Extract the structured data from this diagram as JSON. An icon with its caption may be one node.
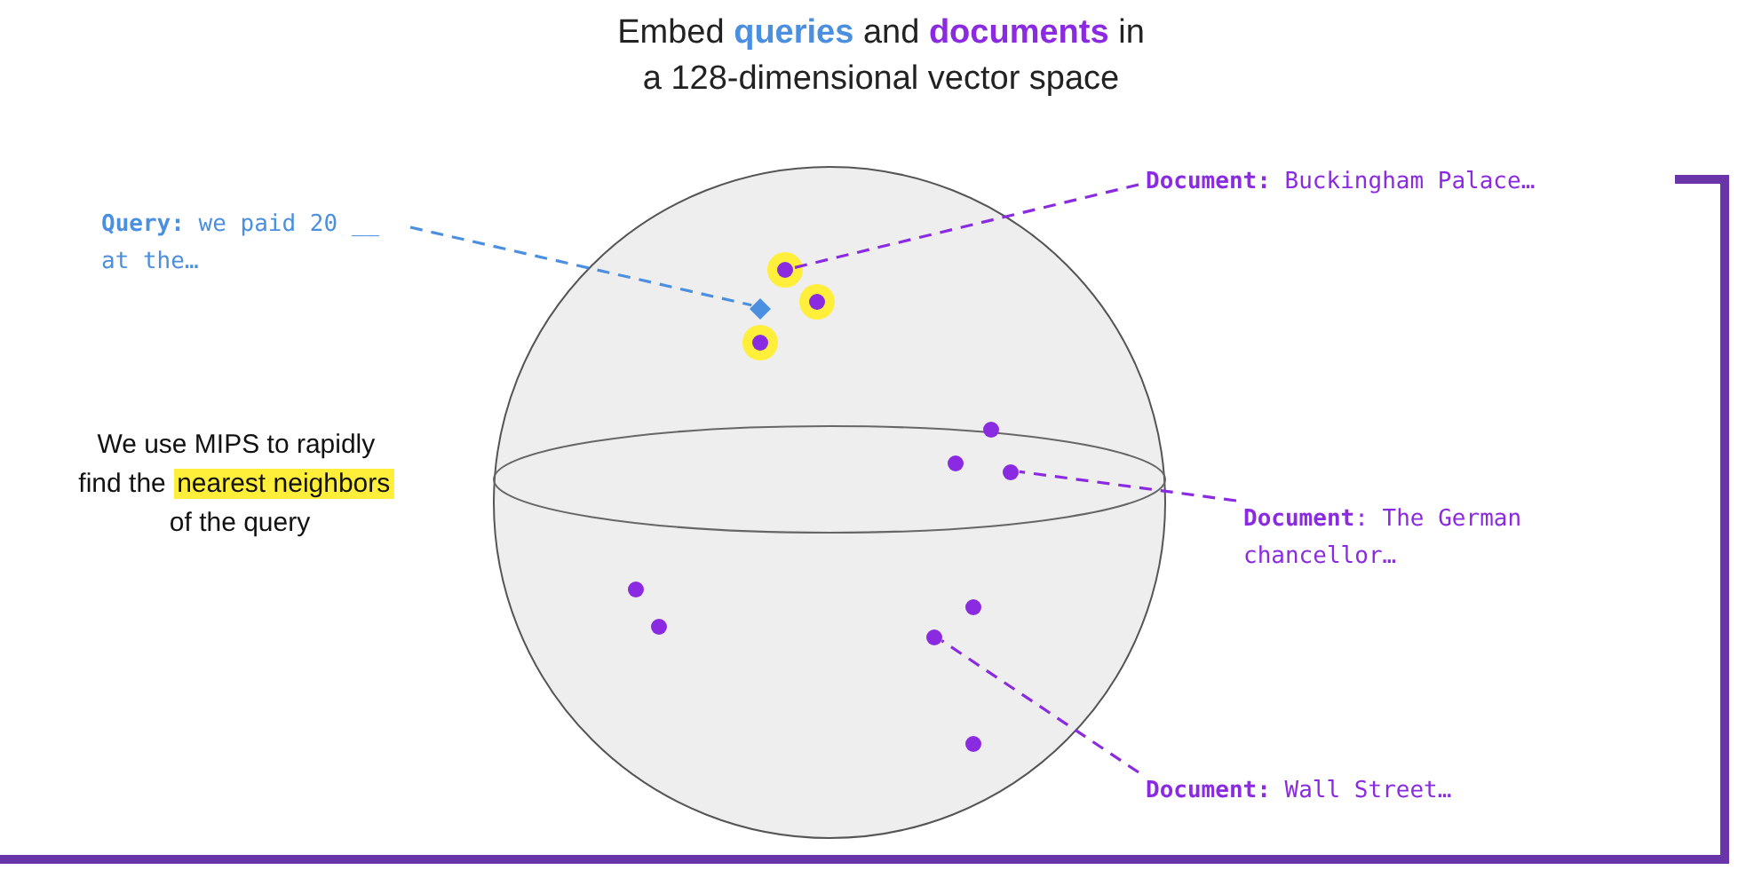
{
  "diagram": {
    "title": "Embed **queries** and **documents** in a 128-dimensional vector space",
    "nodes": [
      {
        "text": [],
        "shape": "circle"
      },
      {
        "text": [],
        "shape": "diamond",
        "in": 0
      },
      {
        "text": [],
        "shape": "circle",
        "in": 0
      },
      {
        "text": [],
        "shape": "circle",
        "in": 0
      },
      {
        "text": [],
        "shape": "circle",
        "in": 0
      },
      {
        "text": [],
        "shape": "circle",
        "in": 0
      },
      {
        "text": [],
        "shape": "circle",
        "in": 0
      },
      {
        "text": [],
        "shape": "circle",
        "in": 0
      },
      {
        "text": [],
        "shape": "circle",
        "in": 0
      },
      {
        "text": [],
        "shape": "circle",
        "in": 0
      },
      {
        "text": [],
        "shape": "circle",
        "in": 0
      },
      {
        "text": [],
        "shape": "circle",
        "in": 0
      },
      {
        "text": [],
        "shape": "circle",
        "in": 0
      },
      {
        "text": [
          "**Query:** we paid 20 __ at the…"
        ]
      },
      {
        "text": [
          "**Document:** Buckingham Palace…"
        ]
      },
      {
        "text": [
          "**Document**: The German chancellor…"
        ]
      },
      {
        "text": [
          "**Document:** Wall Street…"
        ]
      }
    ],
    "edges": [
      {
        "from": 13,
        "to": 1,
        "arrow": "none",
        "style": "dashed",
        "color": "#4a8fe0"
      },
      {
        "from": 14,
        "to": 2,
        "arrow": "none",
        "style": "dashed"
      },
      {
        "from": 15,
        "to": 7,
        "arrow": "none",
        "style": "dashed"
      },
      {
        "from": 16,
        "to": 11,
        "arrow": "none",
        "style": "dashed"
      }
    ],
    "labels": [
      "We use MIPS to rapidly",
      "find the",
      "nearest neighbors",
      "of the query"
    ]
  }
}
